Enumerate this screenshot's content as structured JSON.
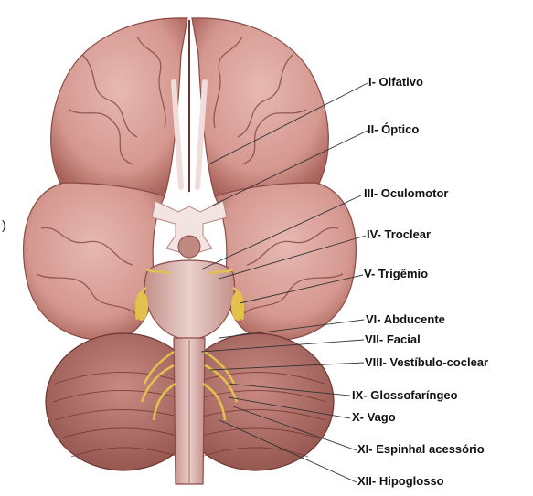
{
  "side_mark": ")",
  "labels": [
    {
      "id": "olfativo",
      "text": "I- Olfativo"
    },
    {
      "id": "optico",
      "text": "II- Óptico"
    },
    {
      "id": "oculomotor",
      "text": "III- Oculomotor"
    },
    {
      "id": "troclear",
      "text": "IV- Troclear"
    },
    {
      "id": "trigemio",
      "text": "V- Trigêmio"
    },
    {
      "id": "abducente",
      "text": "VI- Abducente"
    },
    {
      "id": "facial",
      "text": "VII- Facial"
    },
    {
      "id": "vestibulo",
      "text": "VIII- Vestíbulo-coclear"
    },
    {
      "id": "glosso",
      "text": "IX- Glossofaríngeo"
    },
    {
      "id": "vago",
      "text": "X- Vago"
    },
    {
      "id": "espinhal",
      "text": "XI- Espinhal acessório"
    },
    {
      "id": "hipoglosso",
      "text": "XII- Hipoglosso"
    }
  ],
  "colors": {
    "brain": "#d9a49e",
    "brain_dark": "#a9665f",
    "gyri_line": "#8a4a45",
    "nerve": "#e2c24a",
    "chiasm": "#f3e4e2",
    "leader": "#333333"
  }
}
